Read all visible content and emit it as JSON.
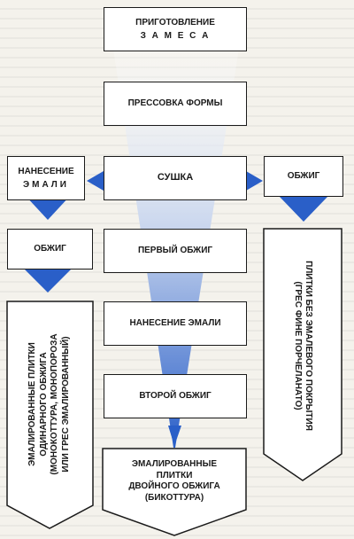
{
  "colors": {
    "arrow_blue": "#2a5fc8",
    "border": "#1a1a1a",
    "box_fill": "#ffffff"
  },
  "center": {
    "step1_line1": "ПРИГОТОВЛЕНИЕ",
    "step1_line2": "З А М Е С А",
    "step2": "ПРЕССОВКА ФОРМЫ",
    "step3": "СУШКА",
    "step4": "ПЕРВЫЙ ОБЖИГ",
    "step5": "НАНЕСЕНИЕ ЭМАЛИ",
    "step6": "ВТОРОЙ ОБЖИГ",
    "result_line1": "ЭМАЛИРОВАННЫЕ",
    "result_line2": "ПЛИТКИ",
    "result_line3": "ДВОЙНОГО ОБЖИГА",
    "result_line4": "(БИКОТТУРА)"
  },
  "left": {
    "glaze_line1": "НАНЕСЕНИЕ",
    "glaze_line2": "ЭМАЛИ",
    "firing": "ОБЖИГ",
    "result_line1": "ЭМАЛИРОВАННЫЕ ПЛИТКИ",
    "result_line2": "ОДИНАРНОГО ОБЖИГА",
    "result_line3": "(МОНОКОТТУРА, МОНОПОРОЗА",
    "result_line4": "ИЛИ ГРЕС ЭМАЛИРОВАННЫЙ)"
  },
  "right": {
    "firing": "ОБЖИГ",
    "result_line1": "ПЛИТКИ БЕЗ ЭМАЛЕВОГО ПОКРЫТИЯ",
    "result_line2": "(ГРЕС ФИНЕ ПОРЧЕЛАНАТО)"
  }
}
